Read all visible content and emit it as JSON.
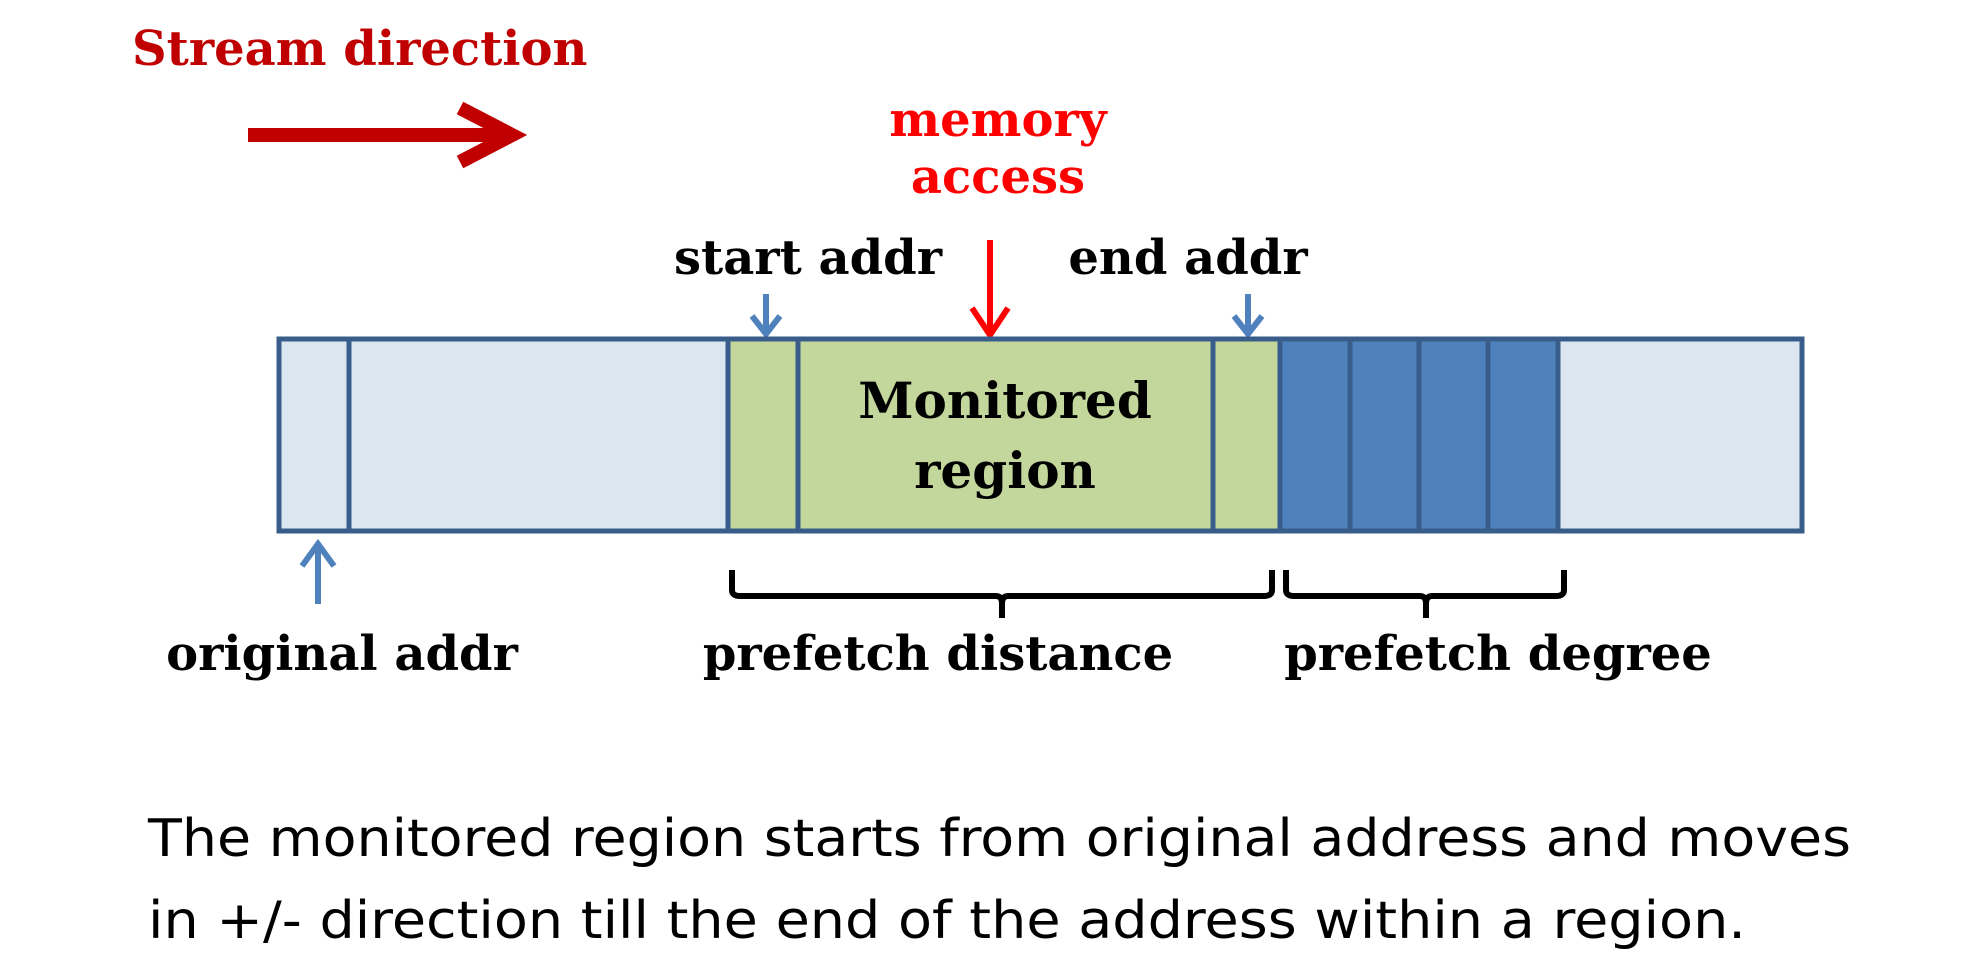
{
  "labels": {
    "stream_direction": "Stream direction",
    "memory_access_line1": "memory",
    "memory_access_line2": "access",
    "start_addr": "start addr",
    "end_addr": "end addr",
    "monitored_region_line1": "Monitored",
    "monitored_region_line2": "region",
    "original_addr": "original addr",
    "prefetch_distance": "prefetch distance",
    "prefetch_degree": "prefetch degree"
  },
  "caption": {
    "line1": "The monitored region starts from original address and moves",
    "line2": "in +/- direction till the end of the address within a region."
  },
  "colors": {
    "title_red": "#c00000",
    "access_red": "#ff0000",
    "light_blue_fill": "#dce6f1",
    "green_fill": "#c3d69b",
    "dark_blue_fill": "#4f81bd",
    "outline": "#385d8a",
    "blue_arrow": "#4f81bd",
    "text": "#000000"
  }
}
